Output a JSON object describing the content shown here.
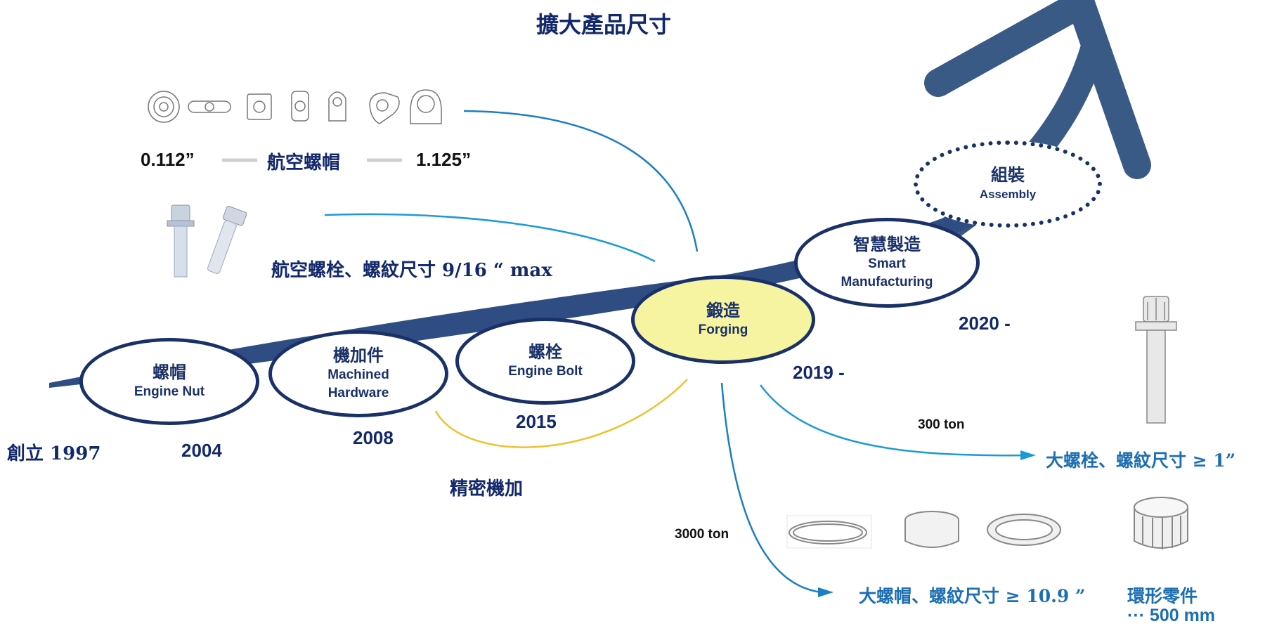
{
  "title": "擴大產品尺寸",
  "colors": {
    "navy": "#1a3168",
    "timeline_band": "#2f4d82",
    "arrow": "#3a5a86",
    "curve_blue": "#1c7ec4",
    "curve_yellow": "#f2c12e",
    "forging_fill": "#f7f4a1",
    "label_blue": "#1c6fb3"
  },
  "milestones": [
    {
      "zh": "螺帽",
      "en": "Engine Nut",
      "year": "2004"
    },
    {
      "zh": "機加件",
      "en": "Machined Hardware",
      "year": "2008"
    },
    {
      "zh": "螺栓",
      "en": "Engine Bolt",
      "year": "2015"
    },
    {
      "zh": "鍛造",
      "en": "Forging",
      "year": "2019 -"
    },
    {
      "zh": "智慧製造",
      "en": "Smart Manufacturing",
      "year": "2020 -"
    },
    {
      "zh": "組裝",
      "en": "Assembly"
    }
  ],
  "founded": "創立 1997",
  "nut_range": {
    "min": "0.112”",
    "label": "航空螺帽",
    "max": "1.125”"
  },
  "bolt_label": "航空螺栓、螺紋尺寸 9/16 “ max",
  "precision_label": "精密機加",
  "press_300": {
    "tonnage": "300 ton",
    "label": "大螺栓、螺紋尺寸 ≥ 1”"
  },
  "press_3000": {
    "tonnage": "3000 ton",
    "label": "大螺帽、螺紋尺寸 ≥ 10.9 ”"
  },
  "ring": {
    "label": "環形零件",
    "size": "··· 500 mm"
  },
  "icons": [
    "nut-drawing-icon",
    "bolt-icon",
    "large-bolt-icon",
    "ring-part-icon",
    "growth-arrow-icon"
  ]
}
